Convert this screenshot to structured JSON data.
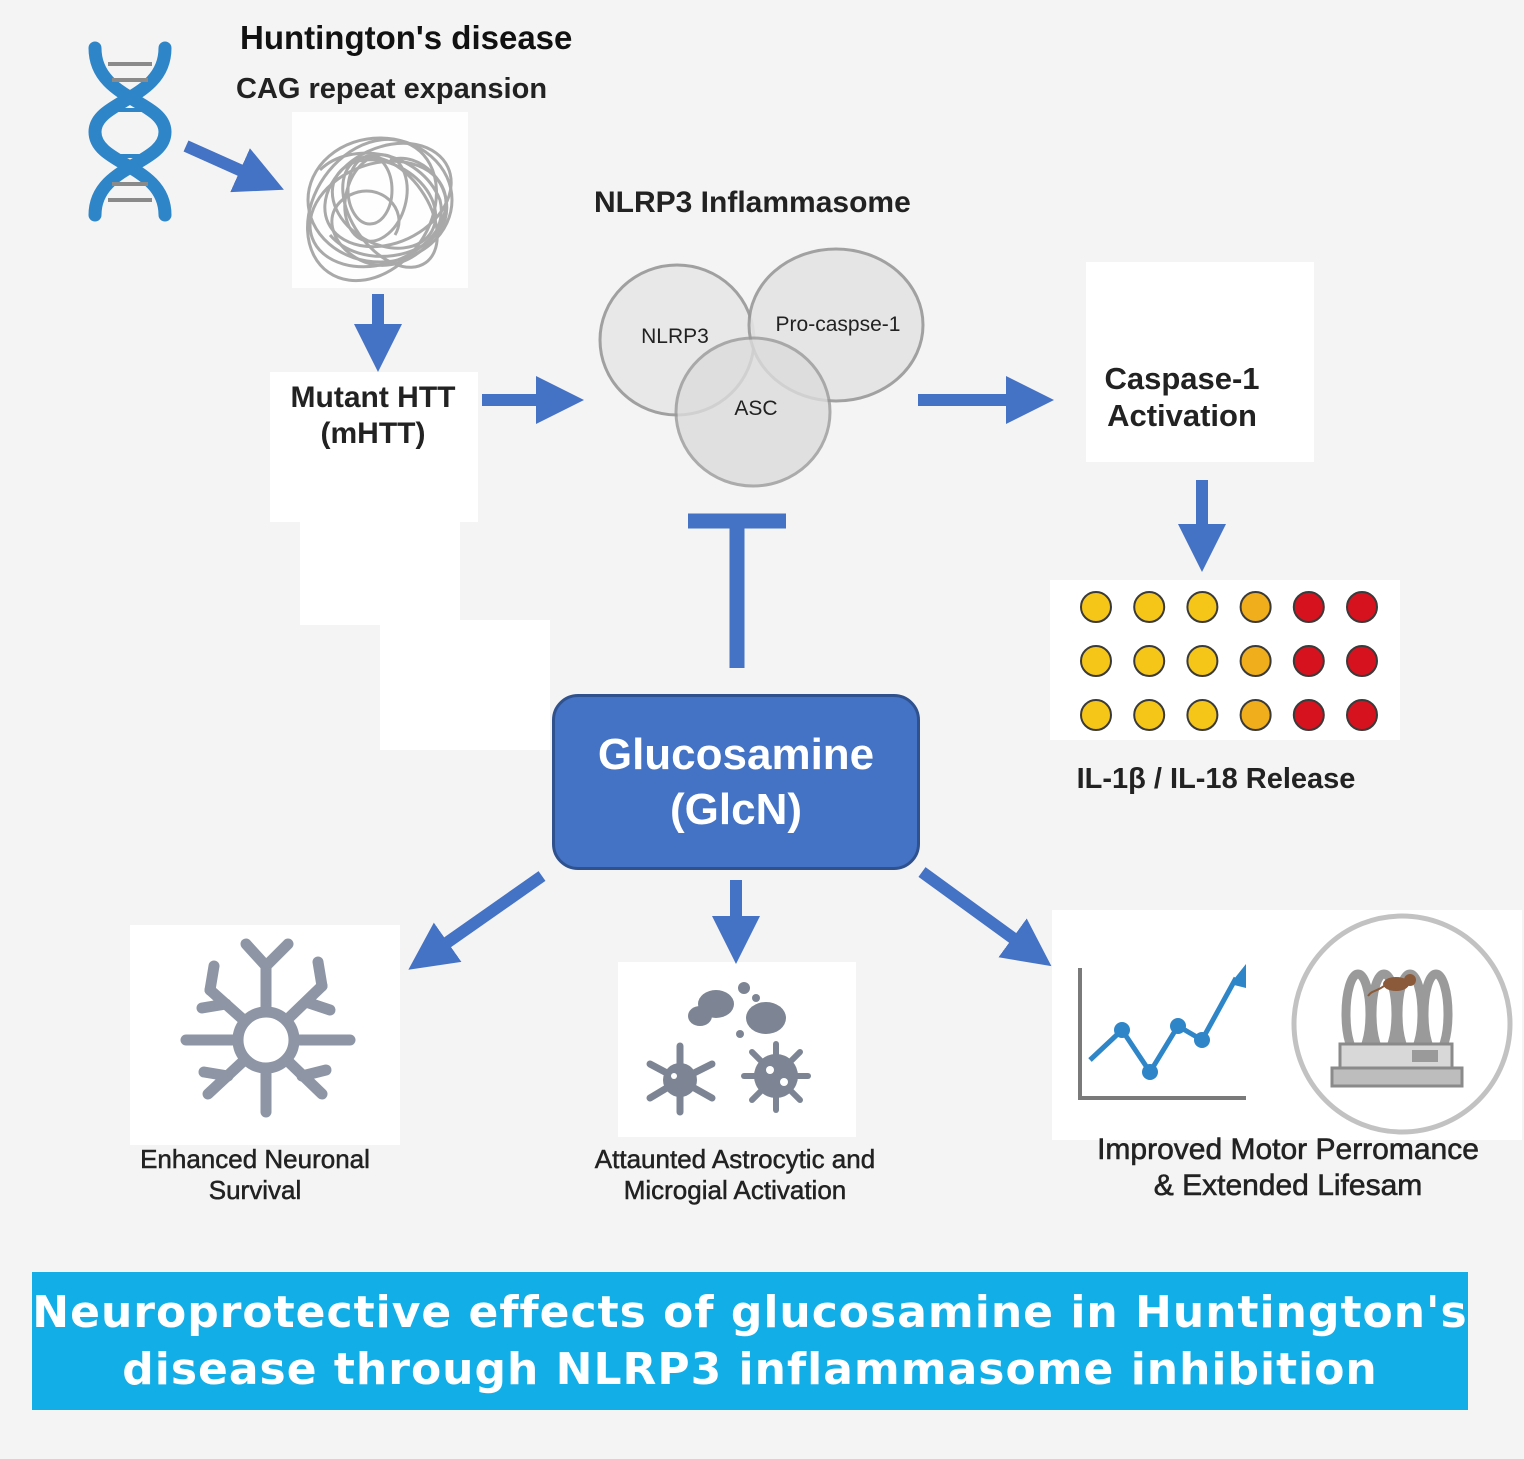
{
  "diagram": {
    "title": "Huntington's disease",
    "cause": "CAG repeat expansion",
    "mutant_htt": [
      "Mutant HTT",
      "(mHTT)"
    ],
    "inflammasome": {
      "title": "NLRP3 Inflammasome",
      "components": [
        "NLRP3",
        "Pro-caspse-1",
        "ASC"
      ]
    },
    "caspase": [
      "Caspase-1",
      "Activation"
    ],
    "cytokines": {
      "label": "IL-1β / IL-18 Release",
      "dot_rows": [
        [
          "yellow",
          "yellow",
          "yellow",
          "orange",
          "red",
          "red"
        ],
        [
          "yellow",
          "yellow",
          "yellow",
          "orange",
          "red",
          "red"
        ],
        [
          "yellow",
          "yellow",
          "yellow",
          "orange",
          "red",
          "red"
        ]
      ]
    },
    "treatment": [
      "Glucosamine",
      "(GlcN)"
    ],
    "outcomes": {
      "neuronal": [
        "Enhanced Neuronal",
        "Survival"
      ],
      "glial": [
        "Attaunted Astrocytic and",
        "Microgial Activation"
      ],
      "motor": [
        "Improved Motor Perromance",
        "& Extended Lifesam"
      ]
    },
    "caption": [
      "Neuroprotective effects of glucosamine in Huntington's",
      "disease through NLRP3 inflammasome inhibition"
    ]
  },
  "colors": {
    "arrow": "#4472c4",
    "box_fill": "#4472c4",
    "banner": "#12aee8",
    "dna": "#2e86c8",
    "dot_yellow": "#f5c518",
    "dot_orange": "#f0ad1c",
    "dot_red": "#d7121f"
  },
  "icons": [
    "dna-icon",
    "protein-aggregate-icon",
    "neuron-icon",
    "microglia-icon",
    "line-chart-icon",
    "mouse-rotarod-icon"
  ]
}
